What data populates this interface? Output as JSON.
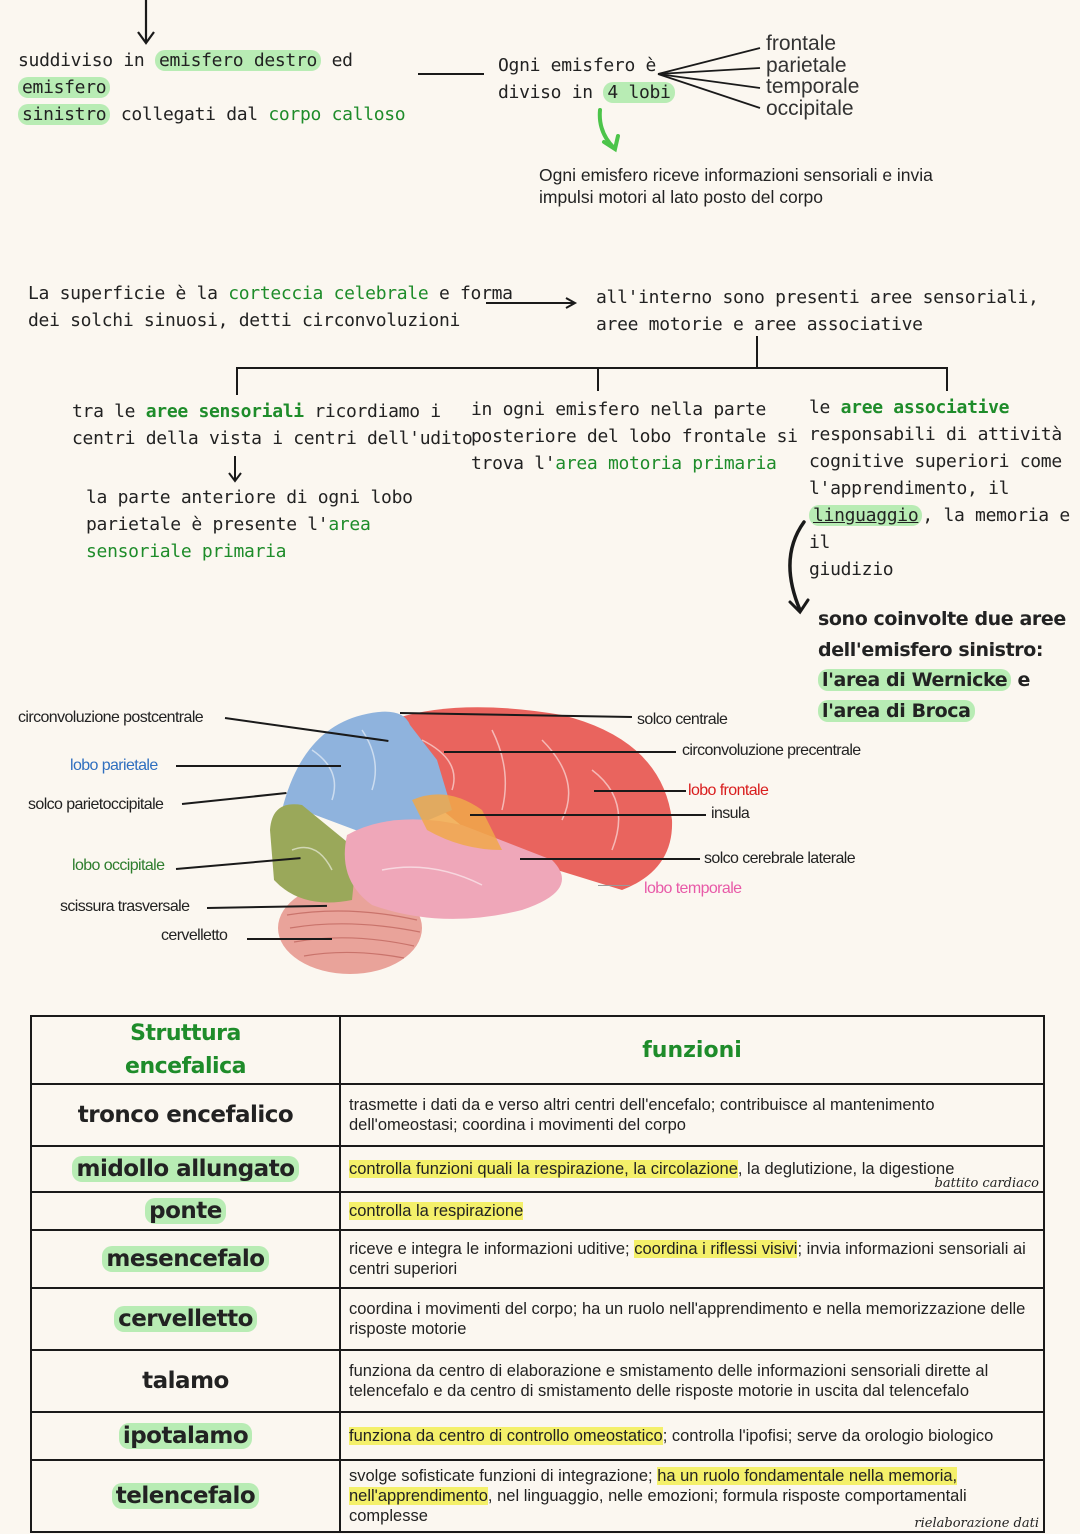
{
  "hemispheres": {
    "part1": "suddiviso in ",
    "destro": "emisfero destro",
    "ed": " ed ",
    "sinistro_a": "emisfero",
    "sinistro_b": "sinistro",
    "collegati": " collegati dal ",
    "corpo": "corpo calloso"
  },
  "lobes_box": {
    "line1": "Ogni emisfero è",
    "line2a": "diviso in ",
    "line2b": "4 lobi",
    "list": [
      "frontale",
      "parietale",
      "temporale",
      "occipitale"
    ],
    "note_line1": "Ogni emisfero riceve informazioni sensoriali e invia",
    "note_line2": "impulsi motori al lato posto del corpo"
  },
  "cortex": {
    "line1a": "La superficie è la ",
    "line1b": "corteccia celebrale",
    "line1c": " e forma",
    "line2": "dei solchi sinuosi, detti circonvoluzioni",
    "right1": "all'interno sono presenti aree sensoriali,",
    "right2": "aree motorie e aree associative"
  },
  "sensory": {
    "a": "tra le ",
    "b": "aree sensoriali",
    "c": " ricordiamo i",
    "line2": "centri della vista i centri dell'udito",
    "sub1": "la parte anteriore di ogni lobo",
    "sub2a": "parietale è presente l'",
    "sub2b": "area",
    "sub3": "sensoriale primaria"
  },
  "motor": {
    "line1": "in ogni emisfero nella parte",
    "line2": "posteriore del lobo frontale si",
    "line3a": "trova l'",
    "line3b": "area motoria primaria"
  },
  "associative": {
    "a": "le ",
    "b": "aree associative",
    "line2": "responsabili di attività",
    "line3": "cognitive superiori come",
    "line4": "l'apprendimento, il",
    "line5a": "linguaggio",
    "line5b": ", la memoria e il",
    "line6": "giudizio",
    "sub1": "sono coinvolte due aree",
    "sub2": "dell'emisfero sinistro:",
    "sub3a": "l'area di Wernicke",
    "sub3b": " e",
    "sub4": "l'area di Broca"
  },
  "brain_labels": {
    "postcentrale": "circonvoluzione postcentrale",
    "parietale": "lobo parietale",
    "parietoccipitale": "solco parietoccipitale",
    "occipitale": "lobo occipitale",
    "trasversale": "scissura trasversale",
    "cervelletto": "cervelletto",
    "solco_centrale": "solco centrale",
    "precentrale": "circonvoluzione precentrale",
    "frontale": "lobo frontale",
    "insula": "insula",
    "laterale": "solco cerebrale laterale",
    "temporale": "lobo temporale"
  },
  "colors": {
    "green_text": "#1e8c2a",
    "green_highlight": "#b8ecb4",
    "yellow_highlight": "#f4f06a",
    "frontal": "#e9645e",
    "parietal": "#8fb3dd",
    "occipital": "#9aa85a",
    "temporal": "#efa7b9",
    "cerebellum": "#e9a39a",
    "insula": "#f0a84a"
  },
  "table": {
    "header_struct": "Struttura encefalica",
    "header_fn": "funzioni",
    "rows": [
      {
        "name": "tronco encefalico",
        "pre": "trasmette i dati da e verso altri centri dell'encefalo; contribuisce al mantenimento dell'omeostasi; coordina i movimenti del corpo",
        "hl": "",
        "post": "",
        "note": ""
      },
      {
        "name": "midollo allungato",
        "pre": "",
        "hl": "controlla funzioni quali la respirazione, la circolazione",
        "post": ", la deglutizione, la digestione",
        "note": "battito cardiaco"
      },
      {
        "name": "ponte",
        "pre": "",
        "hl": "controlla la respirazione",
        "post": "",
        "note": ""
      },
      {
        "name": "mesencefalo",
        "pre": "riceve e integra le informazioni uditive; ",
        "hl": "coordina i riflessi visivi",
        "post": "; invia informazioni sensoriali ai centri superiori",
        "note": ""
      },
      {
        "name": "cervelletto",
        "pre": "coordina i movimenti del corpo; ha un ruolo nell'apprendimento e nella memorizzazione delle risposte motorie",
        "hl": "",
        "post": "",
        "note": ""
      },
      {
        "name": "talamo",
        "pre": "funziona da centro di elaborazione e smistamento delle informazioni sensoriali dirette al telencefalo e da centro di smistamento delle risposte motorie in uscita dal telencefalo",
        "hl": "",
        "post": "",
        "note": ""
      },
      {
        "name": "ipotalamo",
        "pre": "",
        "hl": "funziona da centro di controllo omeostatico",
        "post": "; controlla l'ipofisi; serve da orologio biologico",
        "note": ""
      },
      {
        "name": "telencefalo",
        "pre": "svolge sofisticate funzioni di integrazione; ",
        "hl": "ha un ruolo fondamentale nella memoria, nell'apprendimento",
        "post": ", nel linguaggio, nelle emozioni; formula risposte comportamentali complesse",
        "note": "rielaborazione dati"
      }
    ]
  }
}
